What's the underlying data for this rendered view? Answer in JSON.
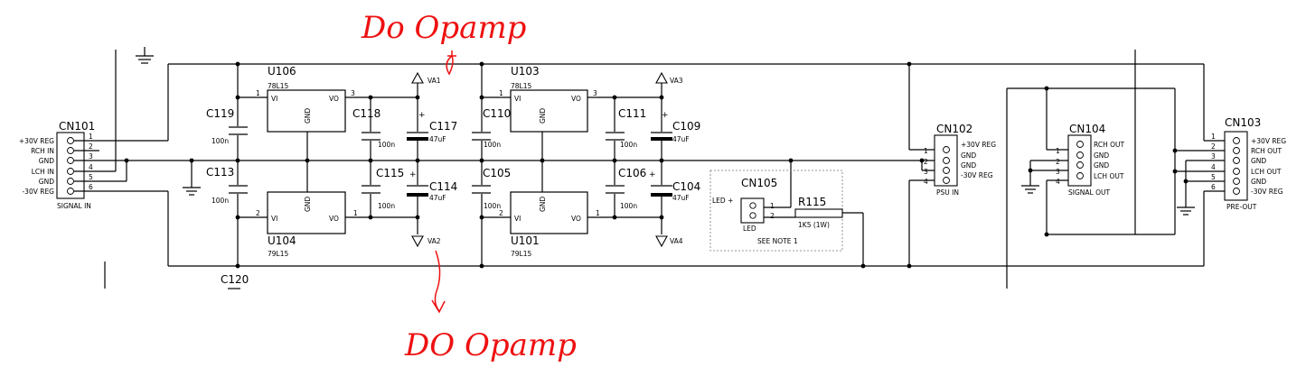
{
  "handwritten": {
    "top_note": "Do Opamp",
    "bottom_note": "DO Opamp"
  },
  "regulators": [
    {
      "ref": "U106",
      "type": "78L15",
      "pins": [
        "1",
        "GND",
        "3"
      ],
      "in": "VI",
      "out": "VO",
      "gnd_pin": "GND"
    },
    {
      "ref": "U103",
      "type": "78L15",
      "pins": [
        "1",
        "GND",
        "3"
      ],
      "in": "VI",
      "out": "VO",
      "gnd_pin": "GND"
    },
    {
      "ref": "U104",
      "type": "79L15",
      "pins": [
        "2",
        "GND",
        "1"
      ],
      "in": "VI",
      "out": "VO",
      "gnd_pin": "GND"
    },
    {
      "ref": "U101",
      "type": "79L15",
      "pins": [
        "2",
        "GND",
        "1"
      ],
      "in": "VI",
      "out": "VO",
      "gnd_pin": "GND"
    }
  ],
  "capacitors": {
    "C119": "C119",
    "C113": "C113",
    "C120": "C120",
    "C118": "C118",
    "C115": "C115",
    "C117": "C117",
    "C114": "C114",
    "C110": "C110",
    "C105": "C105",
    "C111": "C111",
    "C106": "C106",
    "C109": "C109",
    "C104": "C104",
    "val_100n": "100n",
    "val_47uF": "47uF",
    "plus": "+"
  },
  "rails": {
    "VA1": "VA1",
    "VA2": "VA2",
    "VA3": "VA3",
    "VA4": "VA4"
  },
  "connectors": {
    "cn101": {
      "ref": "CN101",
      "caption": "SIGNAL IN",
      "pins": [
        "1",
        "2",
        "3",
        "4",
        "5",
        "6"
      ],
      "labels": [
        "+30V REG",
        "RCH IN",
        "GND",
        "LCH IN",
        "GND",
        "-30V REG"
      ]
    },
    "cn102": {
      "ref": "CN102",
      "caption": "PSU IN",
      "pins": [
        "1",
        "2",
        "3",
        "4"
      ],
      "labels": [
        "+30V REG",
        "GND",
        "GND",
        "-30V REG"
      ]
    },
    "cn104": {
      "ref": "CN104",
      "caption": "SIGNAL OUT",
      "pins": [
        "1",
        "2",
        "3",
        "4"
      ],
      "labels": [
        "RCH OUT",
        "GND",
        "GND",
        "LCH OUT"
      ]
    },
    "cn103": {
      "ref": "CN103",
      "caption": "PRE-OUT",
      "pins": [
        "1",
        "2",
        "3",
        "4",
        "5",
        "6"
      ],
      "labels": [
        "+30V REG",
        "RCH OUT",
        "GND",
        "LCH OUT",
        "GND",
        "-30V REG"
      ]
    },
    "cn105": {
      "ref": "CN105",
      "led_label": "LED +",
      "caption": "LED",
      "pins": [
        "1",
        "2"
      ],
      "note": "SEE NOTE 1"
    }
  },
  "resistor": {
    "ref": "R115",
    "value": "1K5 (1W)"
  }
}
